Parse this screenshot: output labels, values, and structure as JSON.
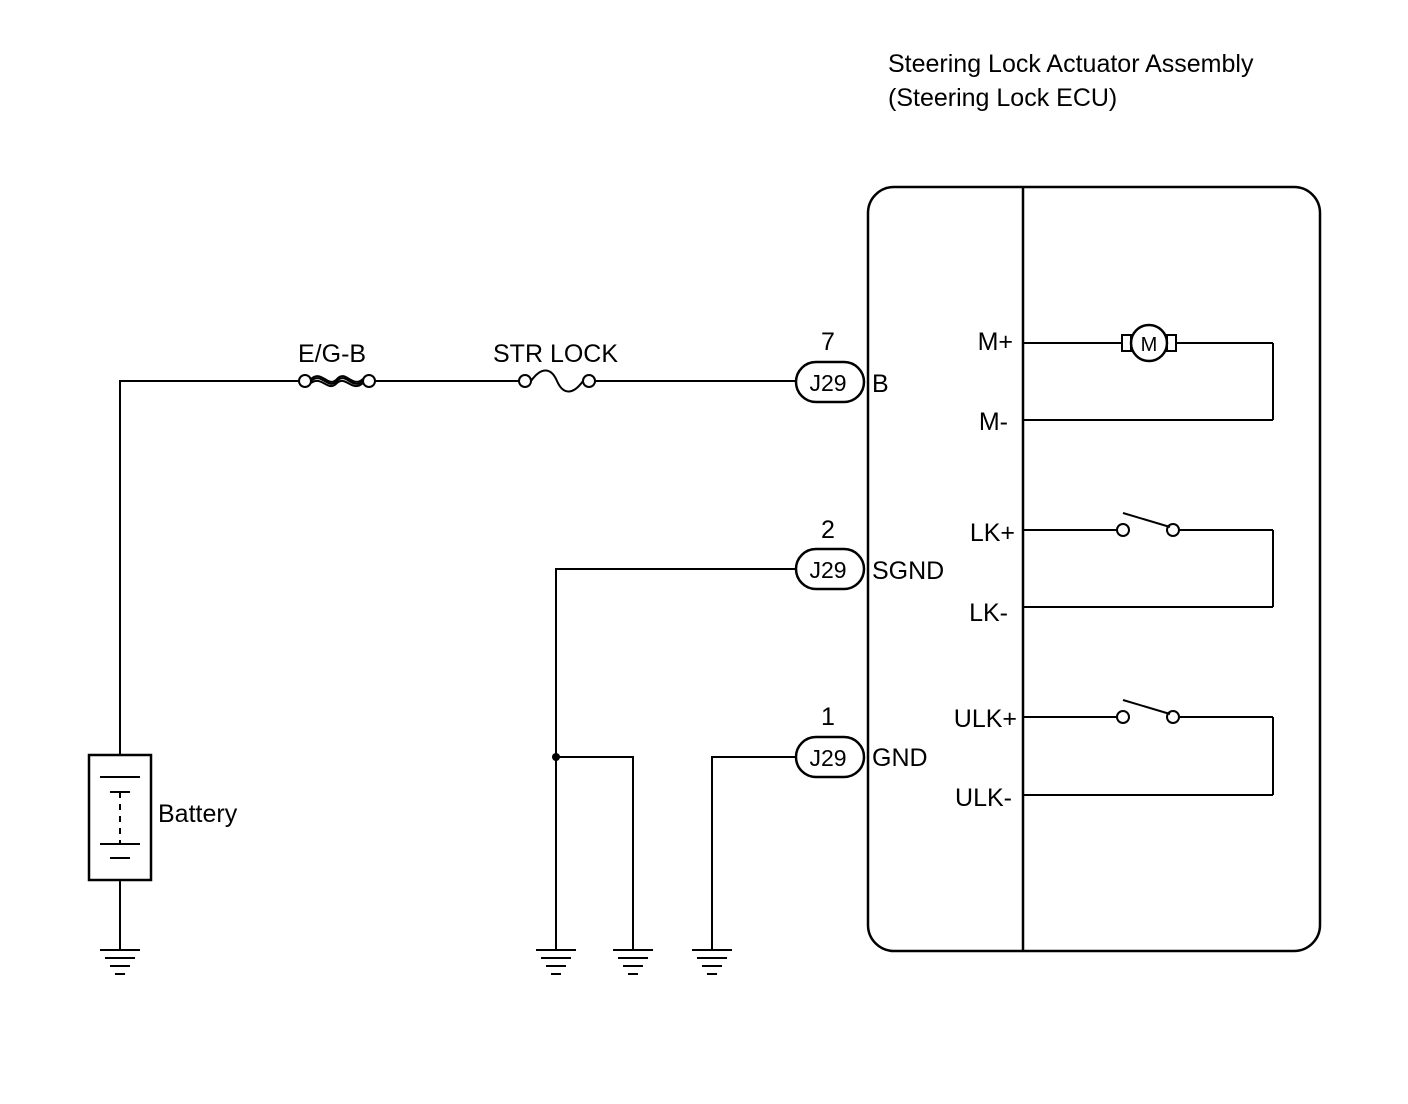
{
  "ecu": {
    "title_line1": "Steering Lock Actuator Assembly",
    "title_line2": "(Steering Lock ECU)"
  },
  "fuses": [
    {
      "label": "E/G-B"
    },
    {
      "label": "STR LOCK"
    }
  ],
  "battery": {
    "label": "Battery"
  },
  "connectors": [
    {
      "pin": "7",
      "code": "J29",
      "terminal": "B"
    },
    {
      "pin": "2",
      "code": "J29",
      "terminal": "SGND"
    },
    {
      "pin": "1",
      "code": "J29",
      "terminal": "GND"
    }
  ],
  "internal_terminals": [
    "M+",
    "M-",
    "LK+",
    "LK-",
    "ULK+",
    "ULK-"
  ],
  "motor": {
    "symbol": "M"
  },
  "colors": {
    "line": "#000000",
    "background": "#ffffff"
  }
}
